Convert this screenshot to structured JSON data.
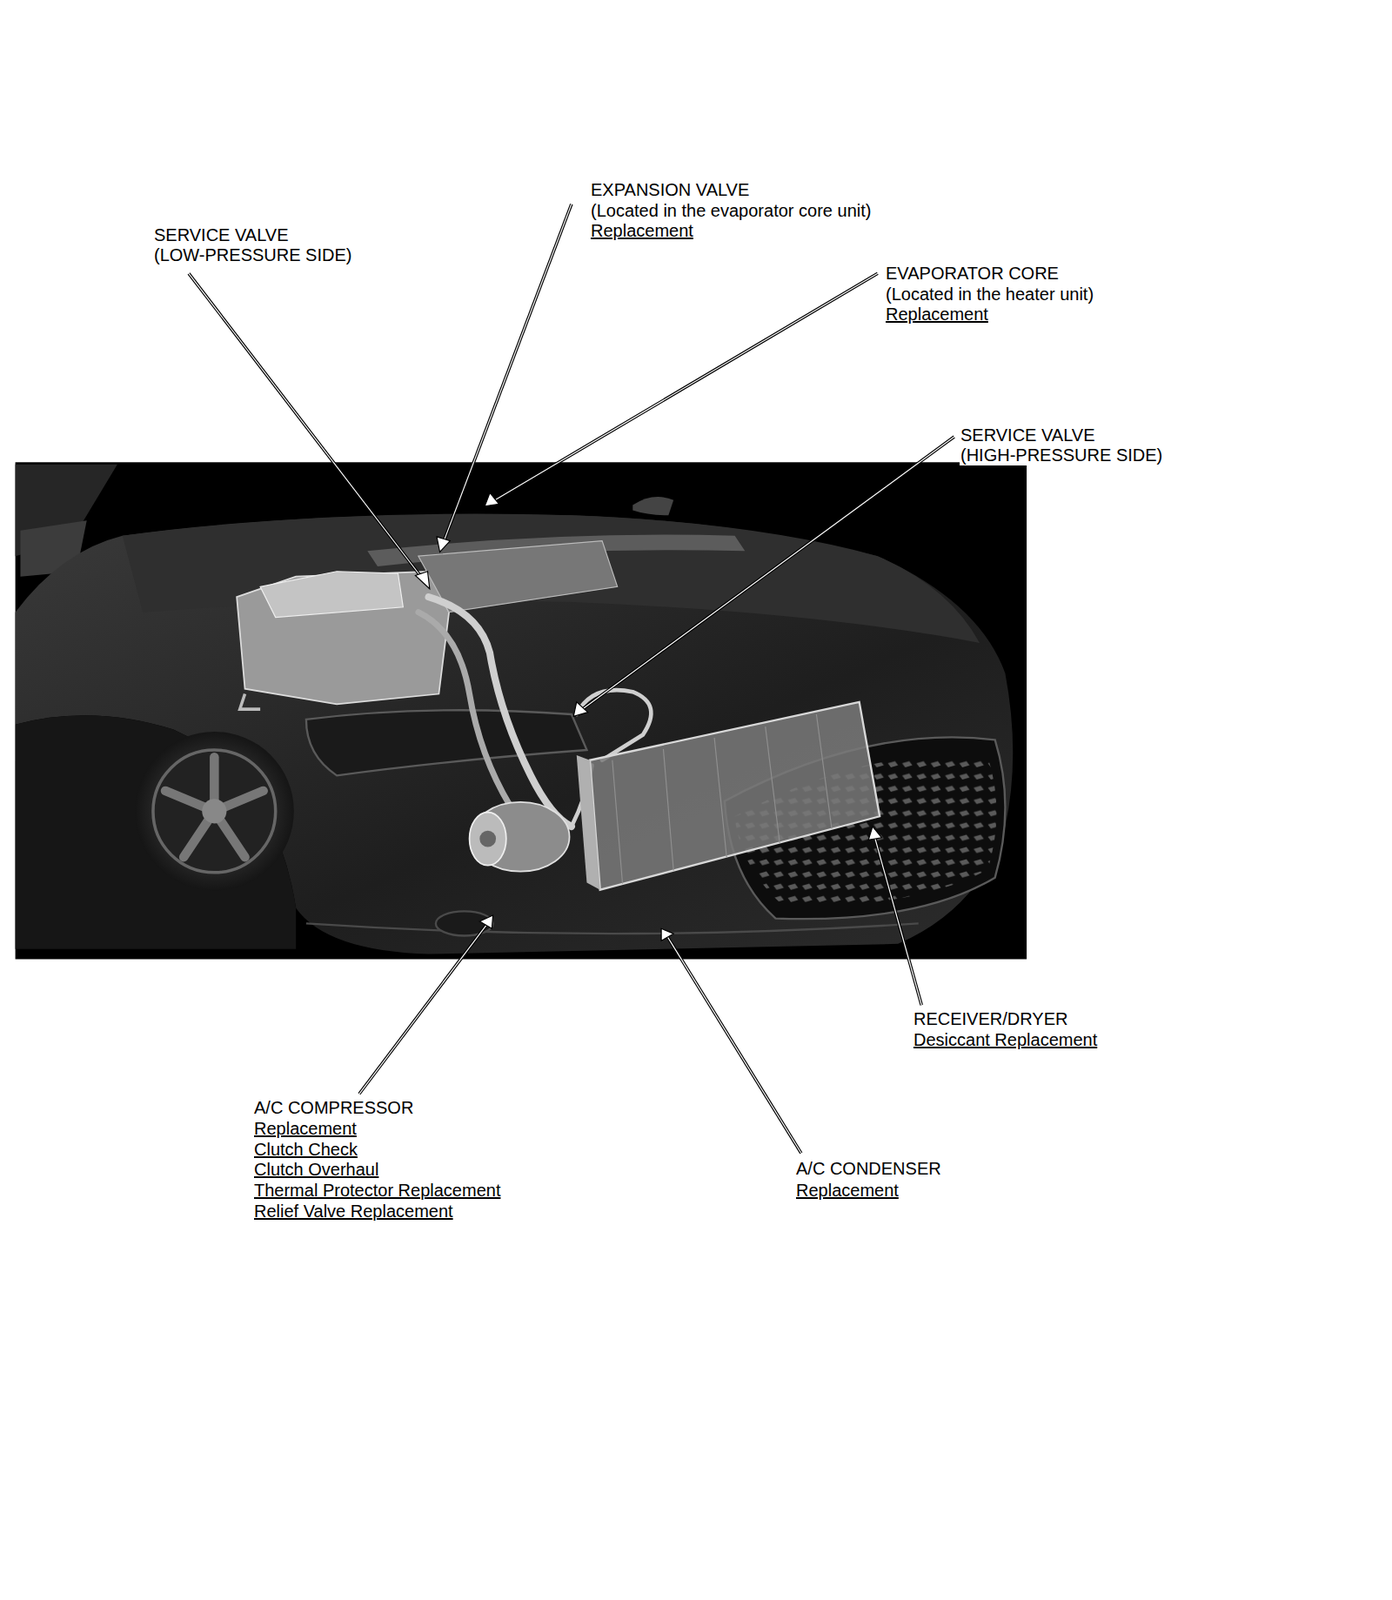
{
  "diagram": {
    "labels": [
      "SERVICE VALVE",
      "(LOW-PRESSURE SIDE)",
      "EXPANSION VALVE",
      "(Located in the evaporator core unit)",
      "Replacement",
      "EVAPORATOR CORE",
      "(Located in the heater unit)",
      "Replacement",
      "SERVICE VALVE",
      "(HIGH-PRESSURE SIDE)",
      "RECEIVER/DRYER",
      "Desiccant Replacement",
      "A/C COMPRESSOR",
      "Replacement",
      "Clutch Check",
      "Clutch Overhaul",
      "Thermal Protector Replacement",
      "Relief Valve Replacement",
      "A/C CONDENSER",
      "Replacement"
    ]
  }
}
